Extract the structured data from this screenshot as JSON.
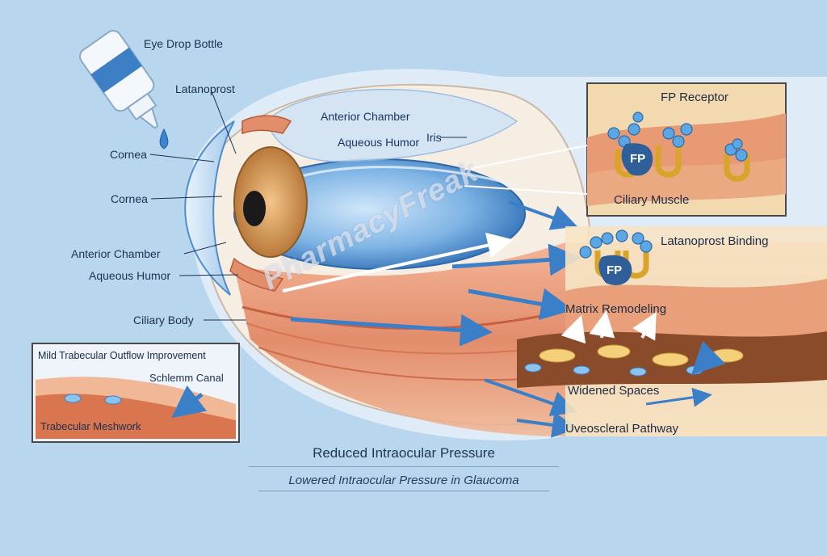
{
  "colors": {
    "background": "#b9d6ef",
    "eye_blue": "#3f86c9",
    "aqueous": "#7fb7e6",
    "muscle": "#e6906f",
    "receptor": "#e8c04a",
    "panel_bg": "#f6e4c4",
    "arrow": "#3b7fc8"
  },
  "labels_left": {
    "eye_drop_bottle": "Eye Drop Bottle",
    "latanoprost": "Latanoprost",
    "cornea_1": "Cornea",
    "cornea_2": "Cornea",
    "anterior_chamber": "Anterior Chamber",
    "aqueous_humor": "Aqueous Humor",
    "ciliary_body": "Ciliary Body"
  },
  "labels_eye": {
    "anterior_chamber": "Anterior Chamber",
    "aqueous_humor": "Aqueous Humor",
    "iris": "Iris"
  },
  "panel_top": {
    "fp_receptor": "FP Receptor",
    "fp_badge": "FP",
    "ciliary_muscle": "Ciliary Muscle"
  },
  "panel_bottom": {
    "latanoprost_binding": "Latanoprost Binding",
    "fp_badge": "FP",
    "matrix_remodeling": "Matrix Remodeling",
    "widened_spaces": "Widened Spaces",
    "uveoscleral_pathway": "Uveoscleral Pathway"
  },
  "inset": {
    "title": "Mild Trabecular Outflow Improvement",
    "schlemm_canal": "Schlemm Canal",
    "trabecular_meshwork": "Trabecular Meshwork"
  },
  "caption": {
    "main": "Reduced Intraocular Pressure",
    "sub": "Lowered Intraocular Pressure in Glaucoma"
  },
  "watermark": "PharmacyFreak",
  "icons": [
    "eye-drop-bottle-icon",
    "drop-icon",
    "receptor-icon",
    "flow-arrow-icon"
  ]
}
